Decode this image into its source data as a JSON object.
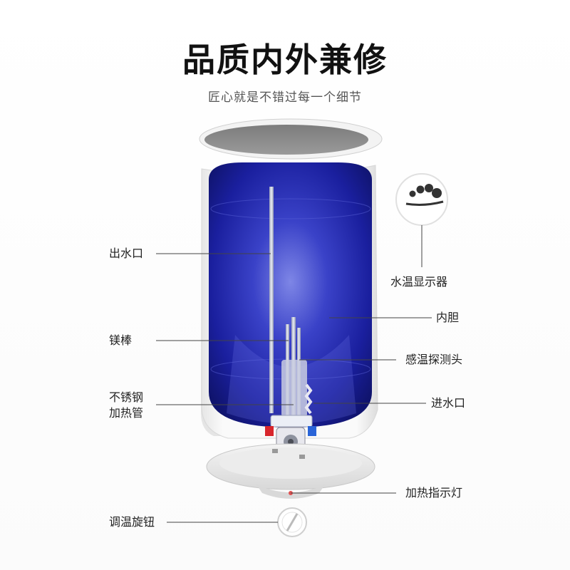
{
  "header": {
    "title": "品质内外兼修",
    "subtitle": "匠心就是不错过每一个细节"
  },
  "labels": {
    "outlet": "出水口",
    "magnesium_rod": "镁棒",
    "heating_tube_line1": "不锈钢",
    "heating_tube_line2": "加热管",
    "knob": "调温旋钮",
    "temp_display": "水温显示器",
    "inner_tank": "内胆",
    "temp_probe": "感温探测头",
    "inlet": "进水口",
    "heating_light": "加热指示灯"
  },
  "colors": {
    "tank_blue": "#1a1f9e",
    "leader_line": "#444444"
  }
}
